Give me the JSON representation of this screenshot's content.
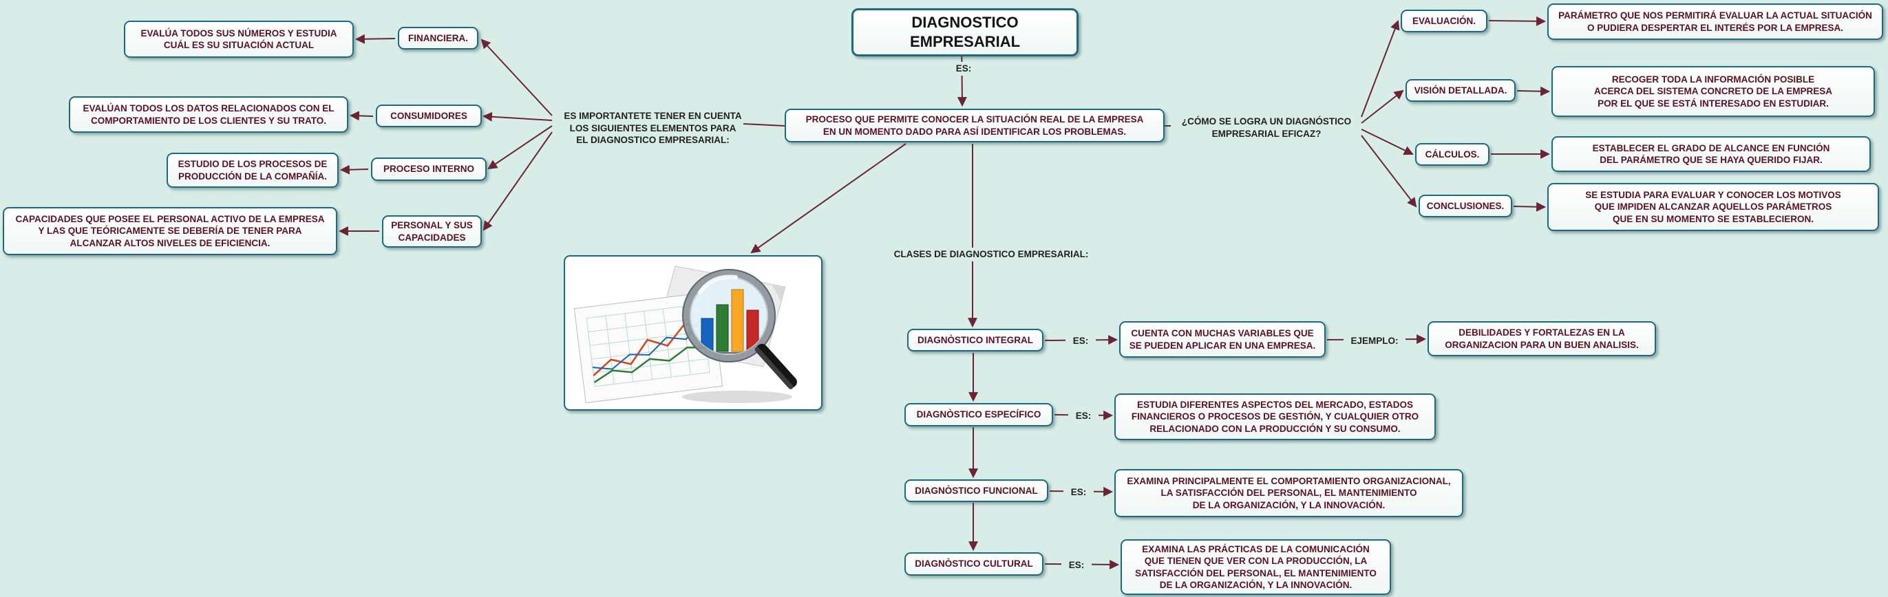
{
  "title": "DIAGNOSTICO EMPRESARIAL",
  "colors": {
    "background": "#d8ede7",
    "box_border": "#1a6b80",
    "box_text": "#5c1120",
    "connector_line": "#6b2433"
  },
  "center": {
    "link_es": "ES:",
    "definition": "PROCESO QUE PERMITE CONOCER LA SITUACIÓN REAL DE LA EMPRESA\nEN UN MOMENTO DADO PARA ASÍ IDENTIFICAR LOS PROBLEMAS."
  },
  "left_branch": {
    "intro": "ES IMPORTANTETE TENER EN CUENTA\nLOS SIGUIENTES ELEMENTOS PARA\nEL DIAGNOSTICO EMPRESARIAL:",
    "items": [
      {
        "label": "FINANCIERA.",
        "description": "EVALÚA TODOS SUS NÚMEROS Y ESTUDIA\nCUÁL ES SU SITUACIÓN ACTUAL"
      },
      {
        "label": "CONSUMIDORES",
        "description": "EVALÚAN TODOS LOS DATOS RELACIONADOS CON EL\nCOMPORTAMIENTO DE LOS CLIENTES Y SU TRATO."
      },
      {
        "label": "PROCESO INTERNO",
        "description": "ESTUDIO DE LOS PROCESOS DE\nPRODUCCIÓN DE LA COMPAÑÍA."
      },
      {
        "label": "PERSONAL Y SUS\nCAPACIDADES",
        "description": "CAPACIDADES QUE POSEE EL PERSONAL ACTIVO DE LA EMPRESA\nY LAS QUE TEÓRICAMENTE SE DEBERÍA DE TENER PARA\nALCANZAR ALTOS NIVELES DE EFICIENCIA."
      }
    ]
  },
  "right_branch": {
    "question": "¿CÓMO SE LOGRA UN DIAGNÓSTICO\nEMPRESARIAL EFICAZ?",
    "items": [
      {
        "label": "EVALUACIÓN.",
        "description": "PARÁMETRO QUE NOS PERMITIRÁ EVALUAR LA ACTUAL SITUACIÓN\nO PUDIERA DESPERTAR EL INTERÉS POR LA EMPRESA."
      },
      {
        "label": "VISIÓN DETALLADA.",
        "description": "RECOGER TODA LA INFORMACIÓN POSIBLE\nACERCA DEL SISTEMA CONCRETO DE LA EMPRESA\nPOR EL QUE SE ESTÁ INTERESADO EN ESTUDIAR."
      },
      {
        "label": "CÁLCULOS.",
        "description": "ESTABLECER EL GRADO DE ALCANCE EN FUNCIÓN\nDEL PARÁMETRO QUE SE HAYA QUERIDO FIJAR."
      },
      {
        "label": "CONCLUSIONES.",
        "description": "SE ESTUDIA PARA EVALUAR Y CONOCER LOS MOTIVOS\nQUE IMPIDEN ALCANZAR AQUELLOS PARÁMETROS\nQUE EN SU MOMENTO SE ESTABLECIERON."
      }
    ]
  },
  "classes_branch": {
    "heading": "CLASES DE DIAGNOSTICO EMPRESARIAL:",
    "link_es": "ES:",
    "link_ejemplo": "EJEMPLO:",
    "items": [
      {
        "label": "DIAGNÒSTICO INTEGRAL",
        "description": "CUENTA CON MUCHAS VARIABLES QUE\nSE PUEDEN APLICAR EN UNA EMPRESA.",
        "example": "DEBILIDADES Y FORTALEZAS EN LA\nORGANIZACION PARA UN BUEN ANALISIS."
      },
      {
        "label": "DIAGNÒSTICO ESPECÍFICO",
        "description": "ESTUDIA DIFERENTES ASPECTOS DEL MERCADO, ESTADOS\nFINANCIEROS O PROCESOS DE GESTIÓN, Y CUALQUIER OTRO\nRELACIONADO CON LA PRODUCCIÓN Y SU CONSUMO."
      },
      {
        "label": "DIAGNÒSTICO FUNCIONAL",
        "description": "EXAMINA PRINCIPALMENTE EL COMPORTAMIENTO ORGANIZACIONAL,\nLA SATISFACCIÓN DEL PERSONAL, EL MANTENIMIENTO\nDE LA ORGANIZACIÓN, Y LA INNOVACIÓN."
      },
      {
        "label": "DIAGNÒSTICO CULTURAL",
        "description": "EXAMINA LAS PRÁCTICAS DE LA COMUNICACIÓN\nQUE TIENEN QUE VER CON LA PRODUCCIÓN, LA\nSATISFACCIÓN DEL PERSONAL, EL MANTENIMIENTO\nDE LA ORGANIZACIÓN, Y LA INNOVACIÓN."
      }
    ]
  },
  "illustration": {
    "name": "magnifying-glass-over-charts-clipart"
  }
}
